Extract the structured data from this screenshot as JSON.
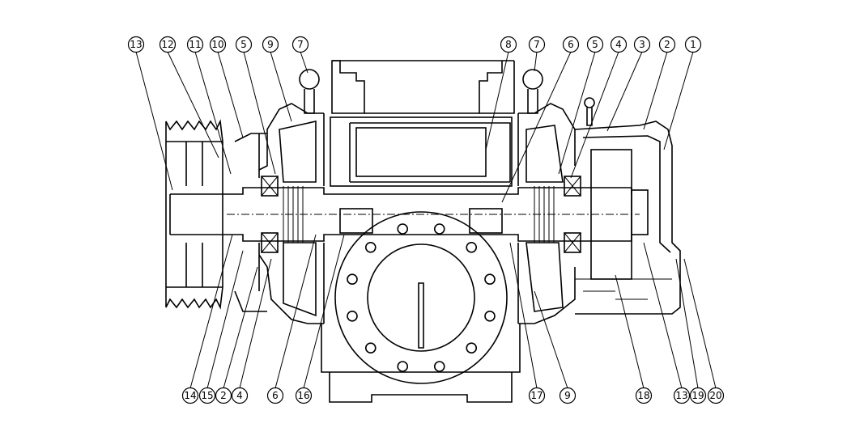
{
  "callouts_top": [
    "13",
    "12",
    "11",
    "10",
    "5",
    "9",
    "7",
    "8",
    "7",
    "6",
    "5",
    "4",
    "3",
    "2",
    "1"
  ],
  "callouts_bottom": [
    "14",
    "15",
    "2",
    "4",
    "6",
    "16",
    "17",
    "9",
    "18",
    "13",
    "19",
    "20"
  ]
}
